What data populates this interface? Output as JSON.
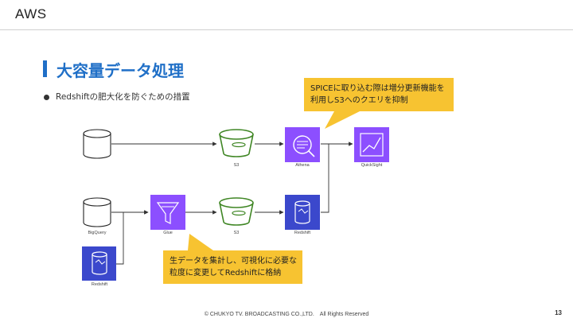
{
  "header": {
    "title": "AWS"
  },
  "section": {
    "title": "大容量データ処理"
  },
  "bullet": {
    "text": "Redshiftの肥大化を防ぐための措置"
  },
  "nodes": {
    "s3_top": "S3",
    "athena": "Athena",
    "quicksight": "QuickSight",
    "bigquery": "BigQuery",
    "glue": "Glue",
    "s3_bottom": "S3",
    "redshift_mid": "Redshift",
    "redshift_bottom": "Redshift"
  },
  "callouts": {
    "top": "SPICEに取り込む際は増分更新機能を利用しS3へのクエリを抑制",
    "bottom": "生データを集計し、可視化に必要な粒度に変更してRedshiftに格納"
  },
  "footer": {
    "copyright": "© CHUKYO TV. BROADCASTING CO.,LTD.　All Rights Reserved",
    "page": "13"
  },
  "colors": {
    "accent": "#1f6fc7",
    "s3": "#3f8624",
    "analytics": "#8c4fff",
    "database": "#3b48cc",
    "callout": "#f7c331"
  }
}
